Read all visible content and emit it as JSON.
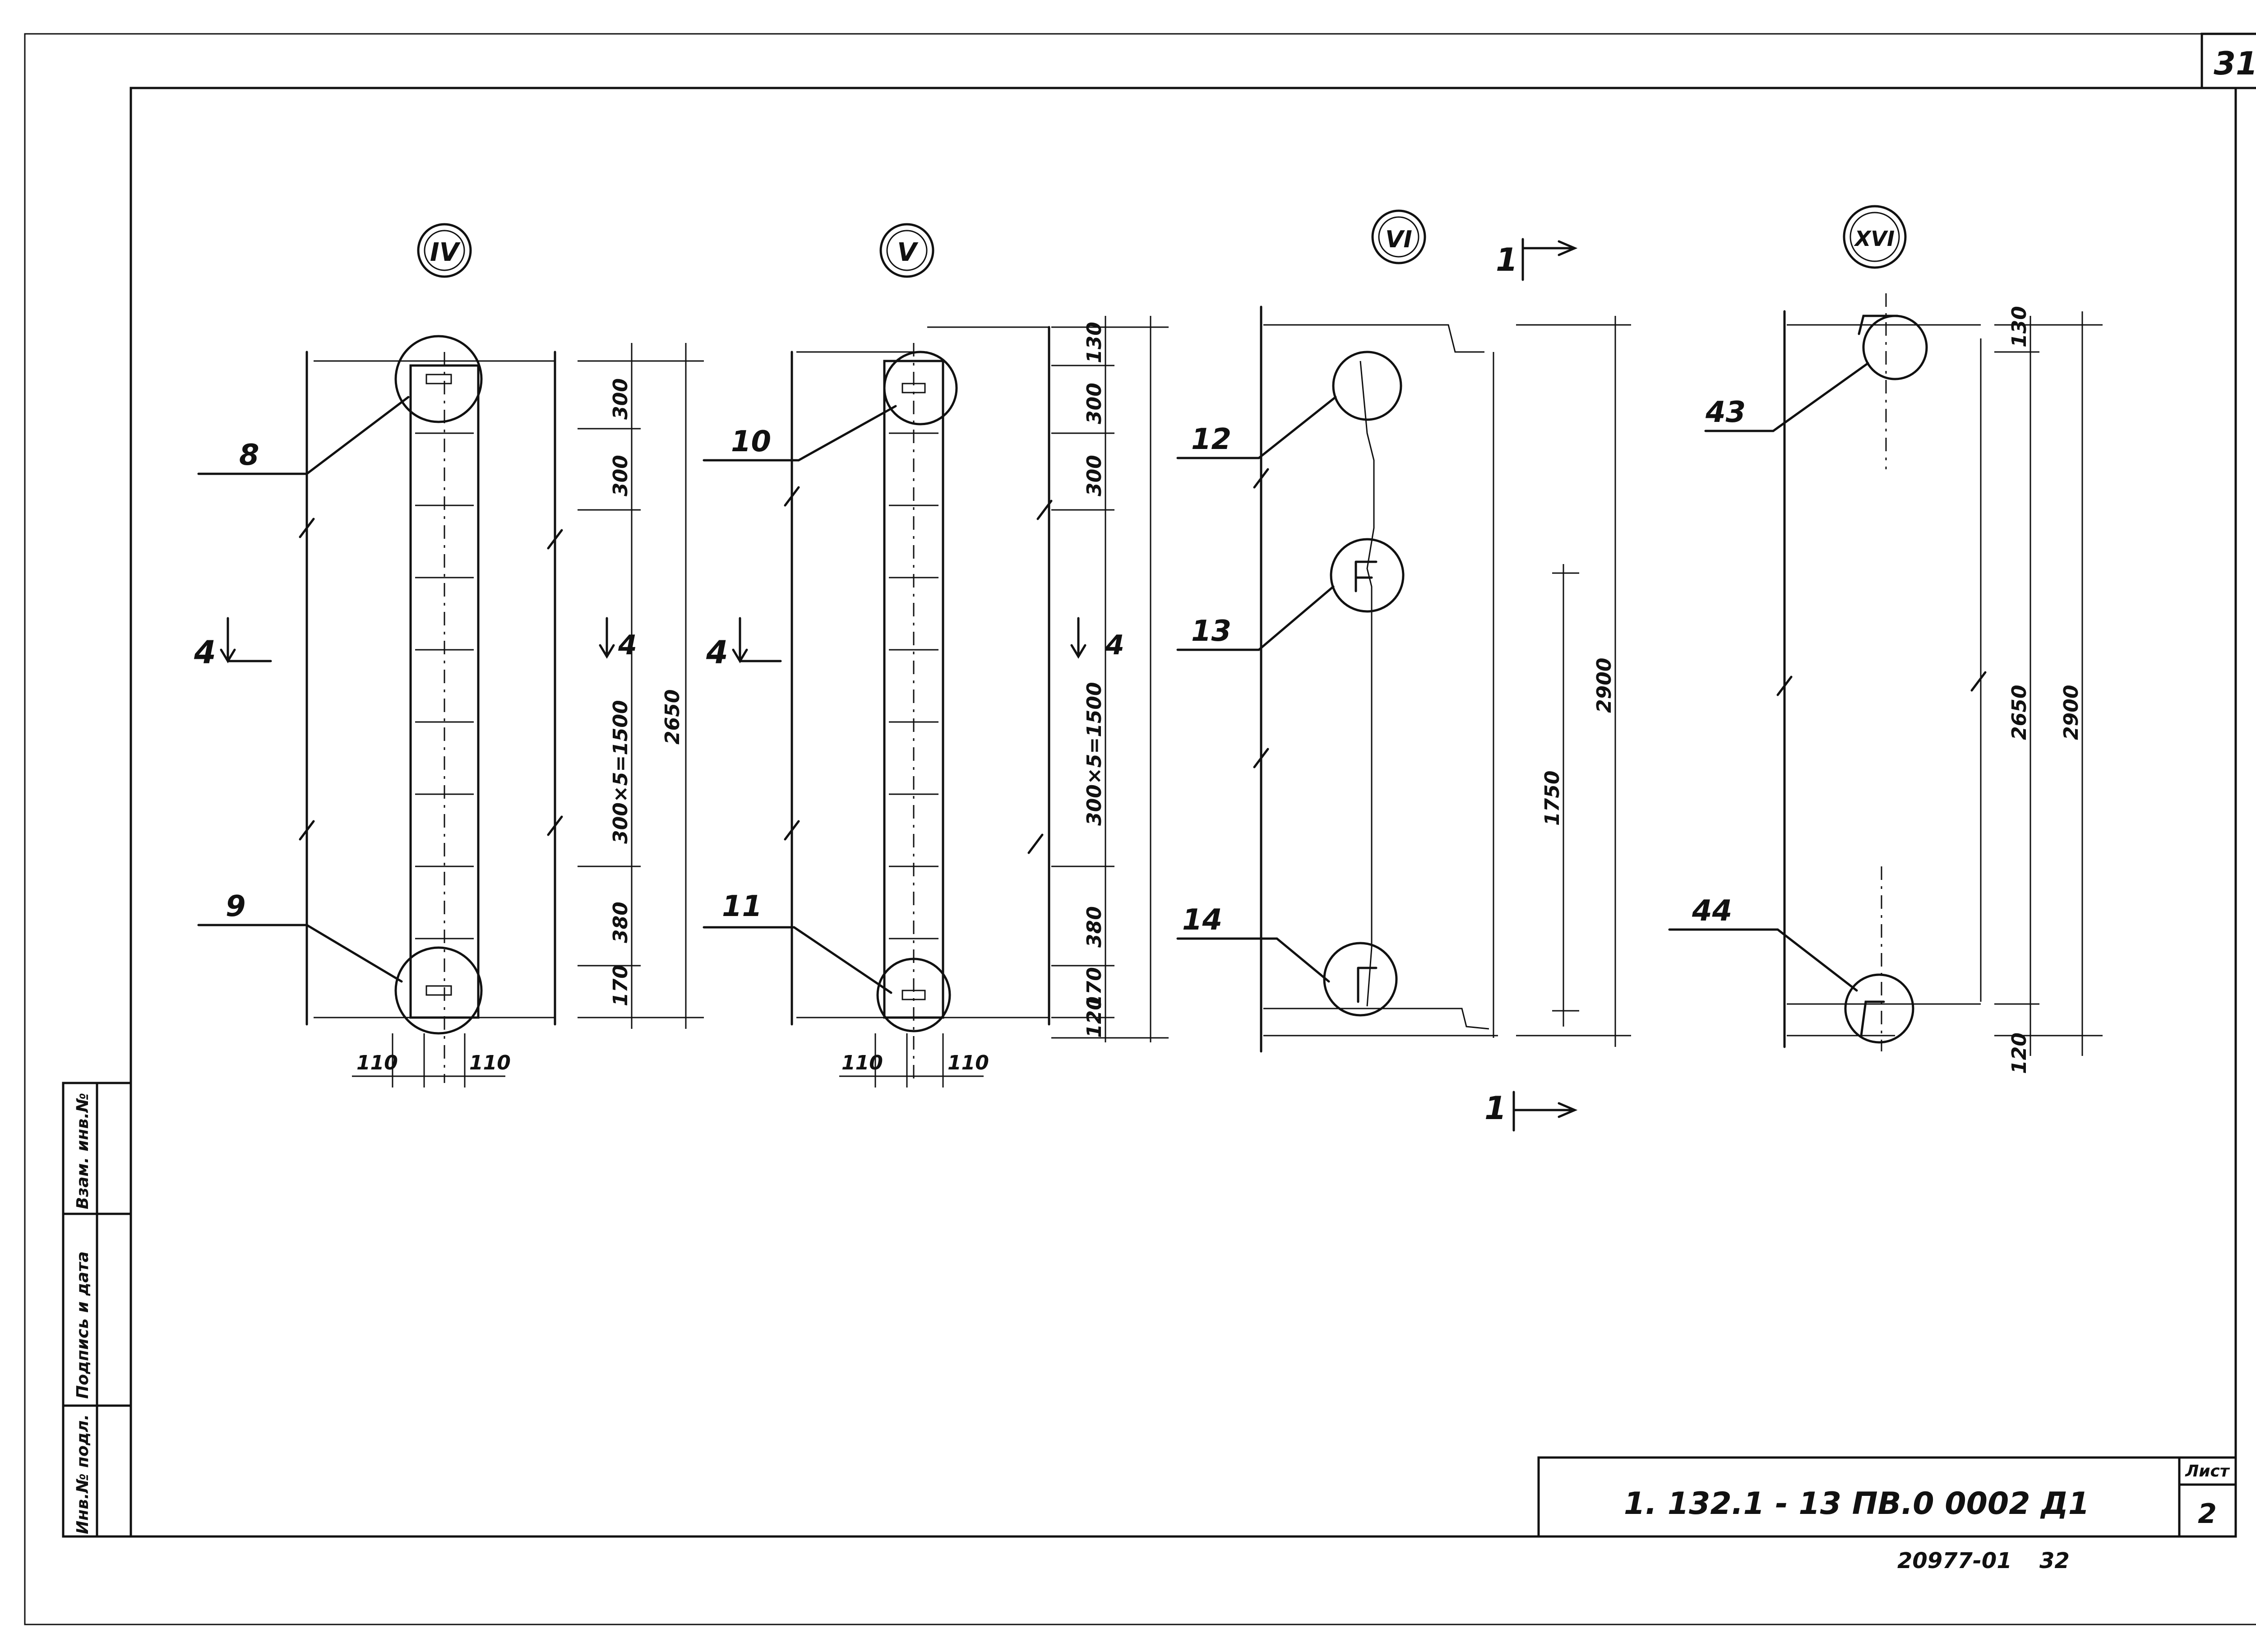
{
  "sheet_corner_number": "31",
  "stamp": {
    "designation": "1. 132.1 - 13 ПВ.0  0002 Д1",
    "sheet_label": "Лист",
    "sheet_number": "2",
    "inventory": "20977-01",
    "inventory_page": "32"
  },
  "side_stamp": {
    "inventory_no": "Инв.№ подл.",
    "signature_date": "Подпись и дата",
    "replacement_inv": "Взам. инв.№"
  },
  "views": [
    {
      "id": "IV",
      "callouts": [
        "8",
        "9"
      ],
      "section_mark": "4",
      "dims": [
        "300",
        "300",
        "300×5=1500",
        "380",
        "170",
        "2650",
        "110",
        "110"
      ]
    },
    {
      "id": "V",
      "callouts": [
        "10",
        "11"
      ],
      "section_mark": "4",
      "dims": [
        "130",
        "300",
        "300",
        "300×5=1500",
        "380",
        "170",
        "120",
        "110",
        "110"
      ]
    },
    {
      "id": "VI",
      "callouts": [
        "12",
        "13",
        "14"
      ],
      "section_mark": "1",
      "dims": [
        "1750",
        "2900"
      ]
    },
    {
      "id": "XVI",
      "callouts": [
        "43",
        "44"
      ],
      "dims": [
        "130",
        "2650",
        "2900",
        "120"
      ]
    }
  ]
}
